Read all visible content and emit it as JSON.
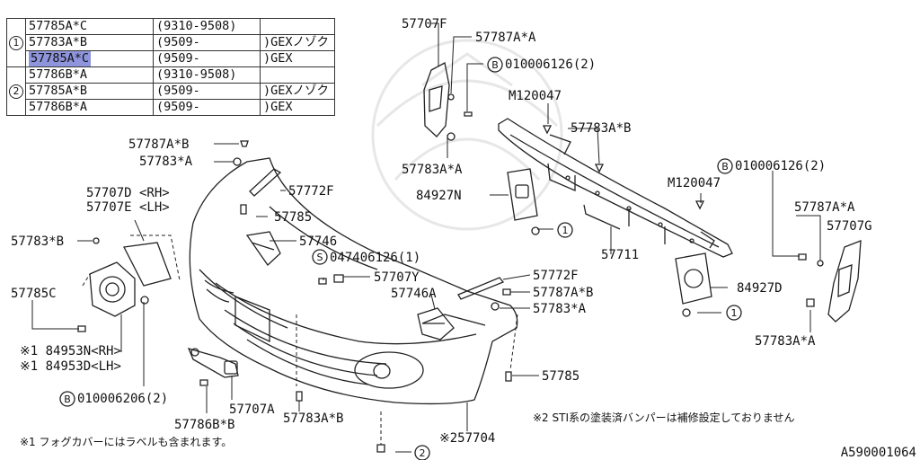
{
  "table": {
    "groups": [
      {
        "marker": "1",
        "rows": [
          {
            "part": "57785A*C",
            "date": "(9310-9508)",
            "note": "",
            "highlight": false
          },
          {
            "part": "57783A*B",
            "date": "(9509-",
            "note": ")GEXノゾク",
            "highlight": false
          },
          {
            "part": "57785A*C",
            "date": "(9509-",
            "note": ")GEX",
            "highlight": true
          }
        ]
      },
      {
        "marker": "2",
        "rows": [
          {
            "part": "57786B*A",
            "date": "(9310-9508)",
            "note": "",
            "highlight": false
          },
          {
            "part": "57785A*B",
            "date": "(9509-",
            "note": ")GEXノゾク",
            "highlight": false
          },
          {
            "part": "57786B*A",
            "date": "(9509-",
            "note": ")GEX",
            "highlight": false
          }
        ]
      }
    ]
  },
  "labels": {
    "l_57707F": "57707F",
    "l_57787AA_top": "57787A*A",
    "l_b_010006126_top": "010006126(2)",
    "l_M120047_top": "M120047",
    "l_57783AB_right": "57783A*B",
    "l_b_010006126_right": "010006126(2)",
    "l_M120047_right": "M120047",
    "l_57787AA_right": "57787A*A",
    "l_57707G": "57707G",
    "l_57787AB_left": "57787A*B",
    "l_57783AA_left": "57783*A",
    "l_57783AA_mid": "57783A*A",
    "l_84927N": "84927N",
    "l_57707D": "57707D <RH>",
    "l_57707E": "57707E <LH>",
    "l_57772F_left": "57772F",
    "l_57785_left": "57785",
    "l_57711": "57711",
    "l_57783B": "57783*B",
    "l_57746": "57746",
    "l_s_047406126": "047406126(1)",
    "l_57707Y": "57707Y",
    "l_57772F_mid": "57772F",
    "l_57785C": "57785C",
    "l_57746A": "57746A",
    "l_57787AB_mid": "57787A*B",
    "l_84927D": "84927D",
    "l_57783AA_mid2": "57783*A",
    "l_57783AA_right": "57783A*A",
    "l_84953N": "※1 84953N<RH>",
    "l_84953D": "※1 84953D<LH>",
    "l_57785_mid": "57785",
    "l_b_010006206": "010006206(2)",
    "l_57707A": "57707A",
    "l_57786BB": "57786B*B",
    "l_57783AB_bot": "57783A*B",
    "l_257704": "※257704",
    "note2": "※2 STI系の塗装済バンパーは補修設定しておりません",
    "note1": "※1 フォグカバーにはラベルも含まれます。",
    "diagram_id": "A590001064"
  },
  "markers": {
    "b": "B",
    "s": "S",
    "one": "1",
    "two": "2"
  }
}
